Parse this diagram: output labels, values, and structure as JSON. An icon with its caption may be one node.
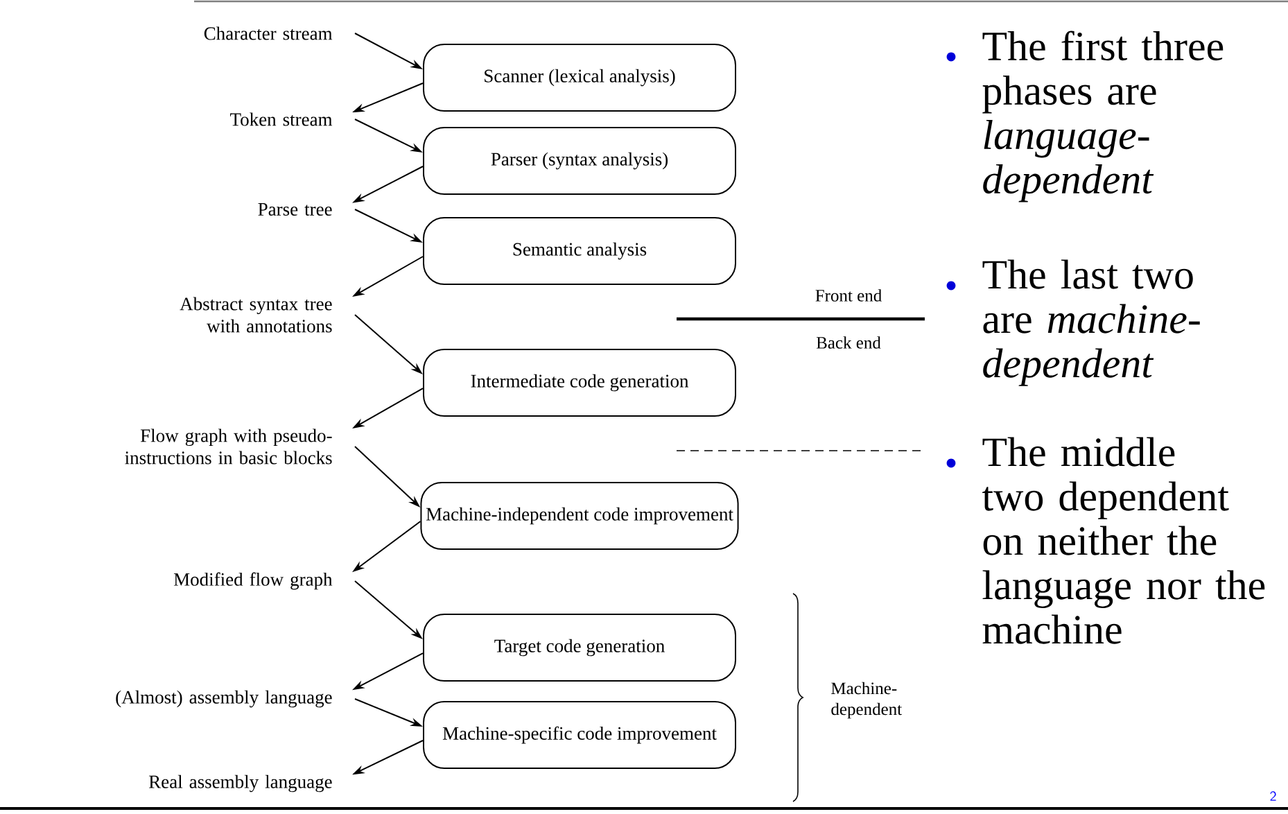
{
  "diagram": {
    "nodes": [
      {
        "text": [
          "Character stream"
        ]
      },
      {
        "text": [
          "Scanner (lexical analysis)"
        ]
      },
      {
        "text": [
          "Token stream"
        ]
      },
      {
        "text": [
          "Parser (syntax analysis)"
        ]
      },
      {
        "text": [
          "Parse tree"
        ]
      },
      {
        "text": [
          "Semantic analysis"
        ]
      },
      {
        "text": [
          "Abstract syntax tree with annotations"
        ]
      },
      {
        "text": [
          "Intermediate code generation"
        ]
      },
      {
        "text": [
          "Flow graph with pseudo-instructions in basic blocks"
        ]
      },
      {
        "text": [
          "Machine-independent code improvement"
        ]
      },
      {
        "text": [
          "Modified flow graph"
        ]
      },
      {
        "text": [
          "Target code generation"
        ]
      },
      {
        "text": [
          "(Almost) assembly language"
        ]
      },
      {
        "text": [
          "Machine-specific code improvement"
        ]
      },
      {
        "text": [
          "Real assembly language"
        ]
      }
    ],
    "edges": [
      {
        "from": 0,
        "to": 1,
        "arrow": "to"
      },
      {
        "from": 1,
        "to": 2,
        "arrow": "to"
      },
      {
        "from": 2,
        "to": 3,
        "arrow": "to"
      },
      {
        "from": 3,
        "to": 4,
        "arrow": "to"
      },
      {
        "from": 4,
        "to": 5,
        "arrow": "to"
      },
      {
        "from": 5,
        "to": 6,
        "arrow": "to"
      },
      {
        "from": 6,
        "to": 7,
        "arrow": "to"
      },
      {
        "from": 7,
        "to": 8,
        "arrow": "to"
      },
      {
        "from": 8,
        "to": 9,
        "arrow": "to"
      },
      {
        "from": 9,
        "to": 10,
        "arrow": "to"
      },
      {
        "from": 10,
        "to": 11,
        "arrow": "to"
      },
      {
        "from": 11,
        "to": 12,
        "arrow": "to"
      },
      {
        "from": 12,
        "to": 13,
        "arrow": "to"
      },
      {
        "from": 13,
        "to": 14,
        "arrow": "to"
      }
    ],
    "labels": [
      "The first three phases are *language-dependent*",
      "Front end",
      "Back end",
      "The last two are *machine-dependent*",
      "The middle two dependent on neither the language nor the machine",
      "Machine-dependent",
      "2"
    ]
  }
}
